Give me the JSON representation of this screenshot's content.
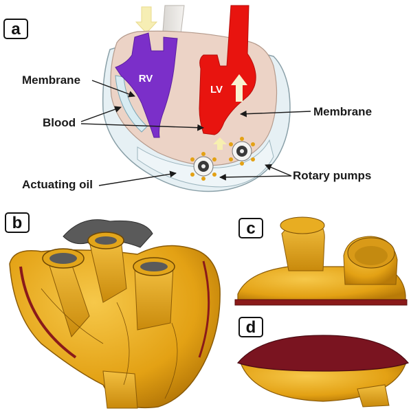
{
  "panels": {
    "a": "a",
    "b": "b",
    "c": "c",
    "d": "d"
  },
  "labels": {
    "membrane_left": "Membrane",
    "membrane_right": "Membrane",
    "blood": "Blood",
    "actuating_oil": "Actuating oil",
    "rotary_pumps": "Rotary pumps",
    "rv": "RV",
    "lv": "LV"
  },
  "colors": {
    "rv": "#7b2fc9",
    "lv": "#e8140f",
    "shell_gold": "#e8a81c",
    "membrane_dark_red": "#7a1420",
    "housing_pink": "#ecd3c6",
    "oil_light": "#e3eef2"
  }
}
